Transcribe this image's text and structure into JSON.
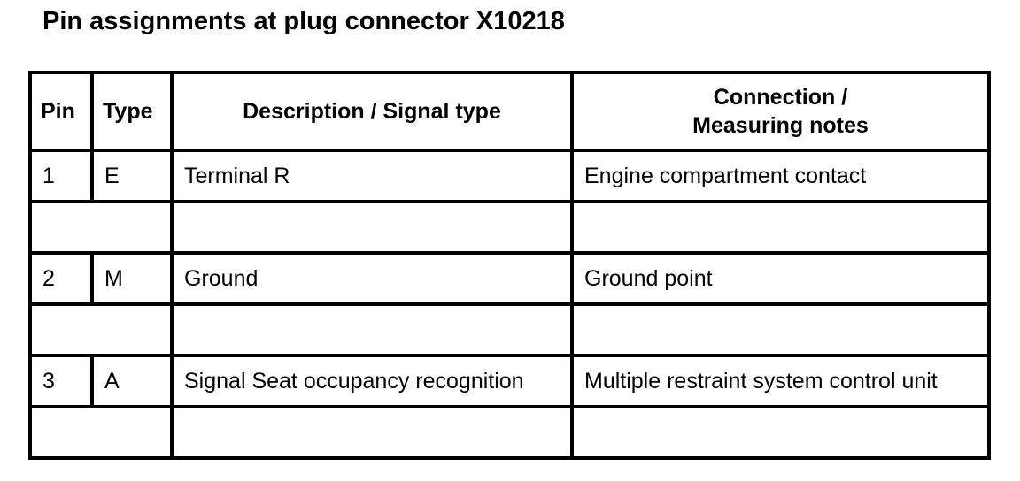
{
  "title": "Pin assignments at plug connector X10218",
  "table": {
    "headers": {
      "pin": "Pin",
      "type": "Type",
      "description": "Description / Signal type",
      "connection_line1": "Connection /",
      "connection_line2": "Measuring notes"
    },
    "rows": [
      {
        "pin": "1",
        "type": "E",
        "description": "Terminal R",
        "connection": "Engine compartment contact"
      },
      {
        "pin": "2",
        "type": "M",
        "description": "Ground",
        "connection": "Ground point"
      },
      {
        "pin": "3",
        "type": "A",
        "description": "Signal Seat occupancy recognition",
        "connection": "Multiple restraint system control unit"
      }
    ]
  }
}
